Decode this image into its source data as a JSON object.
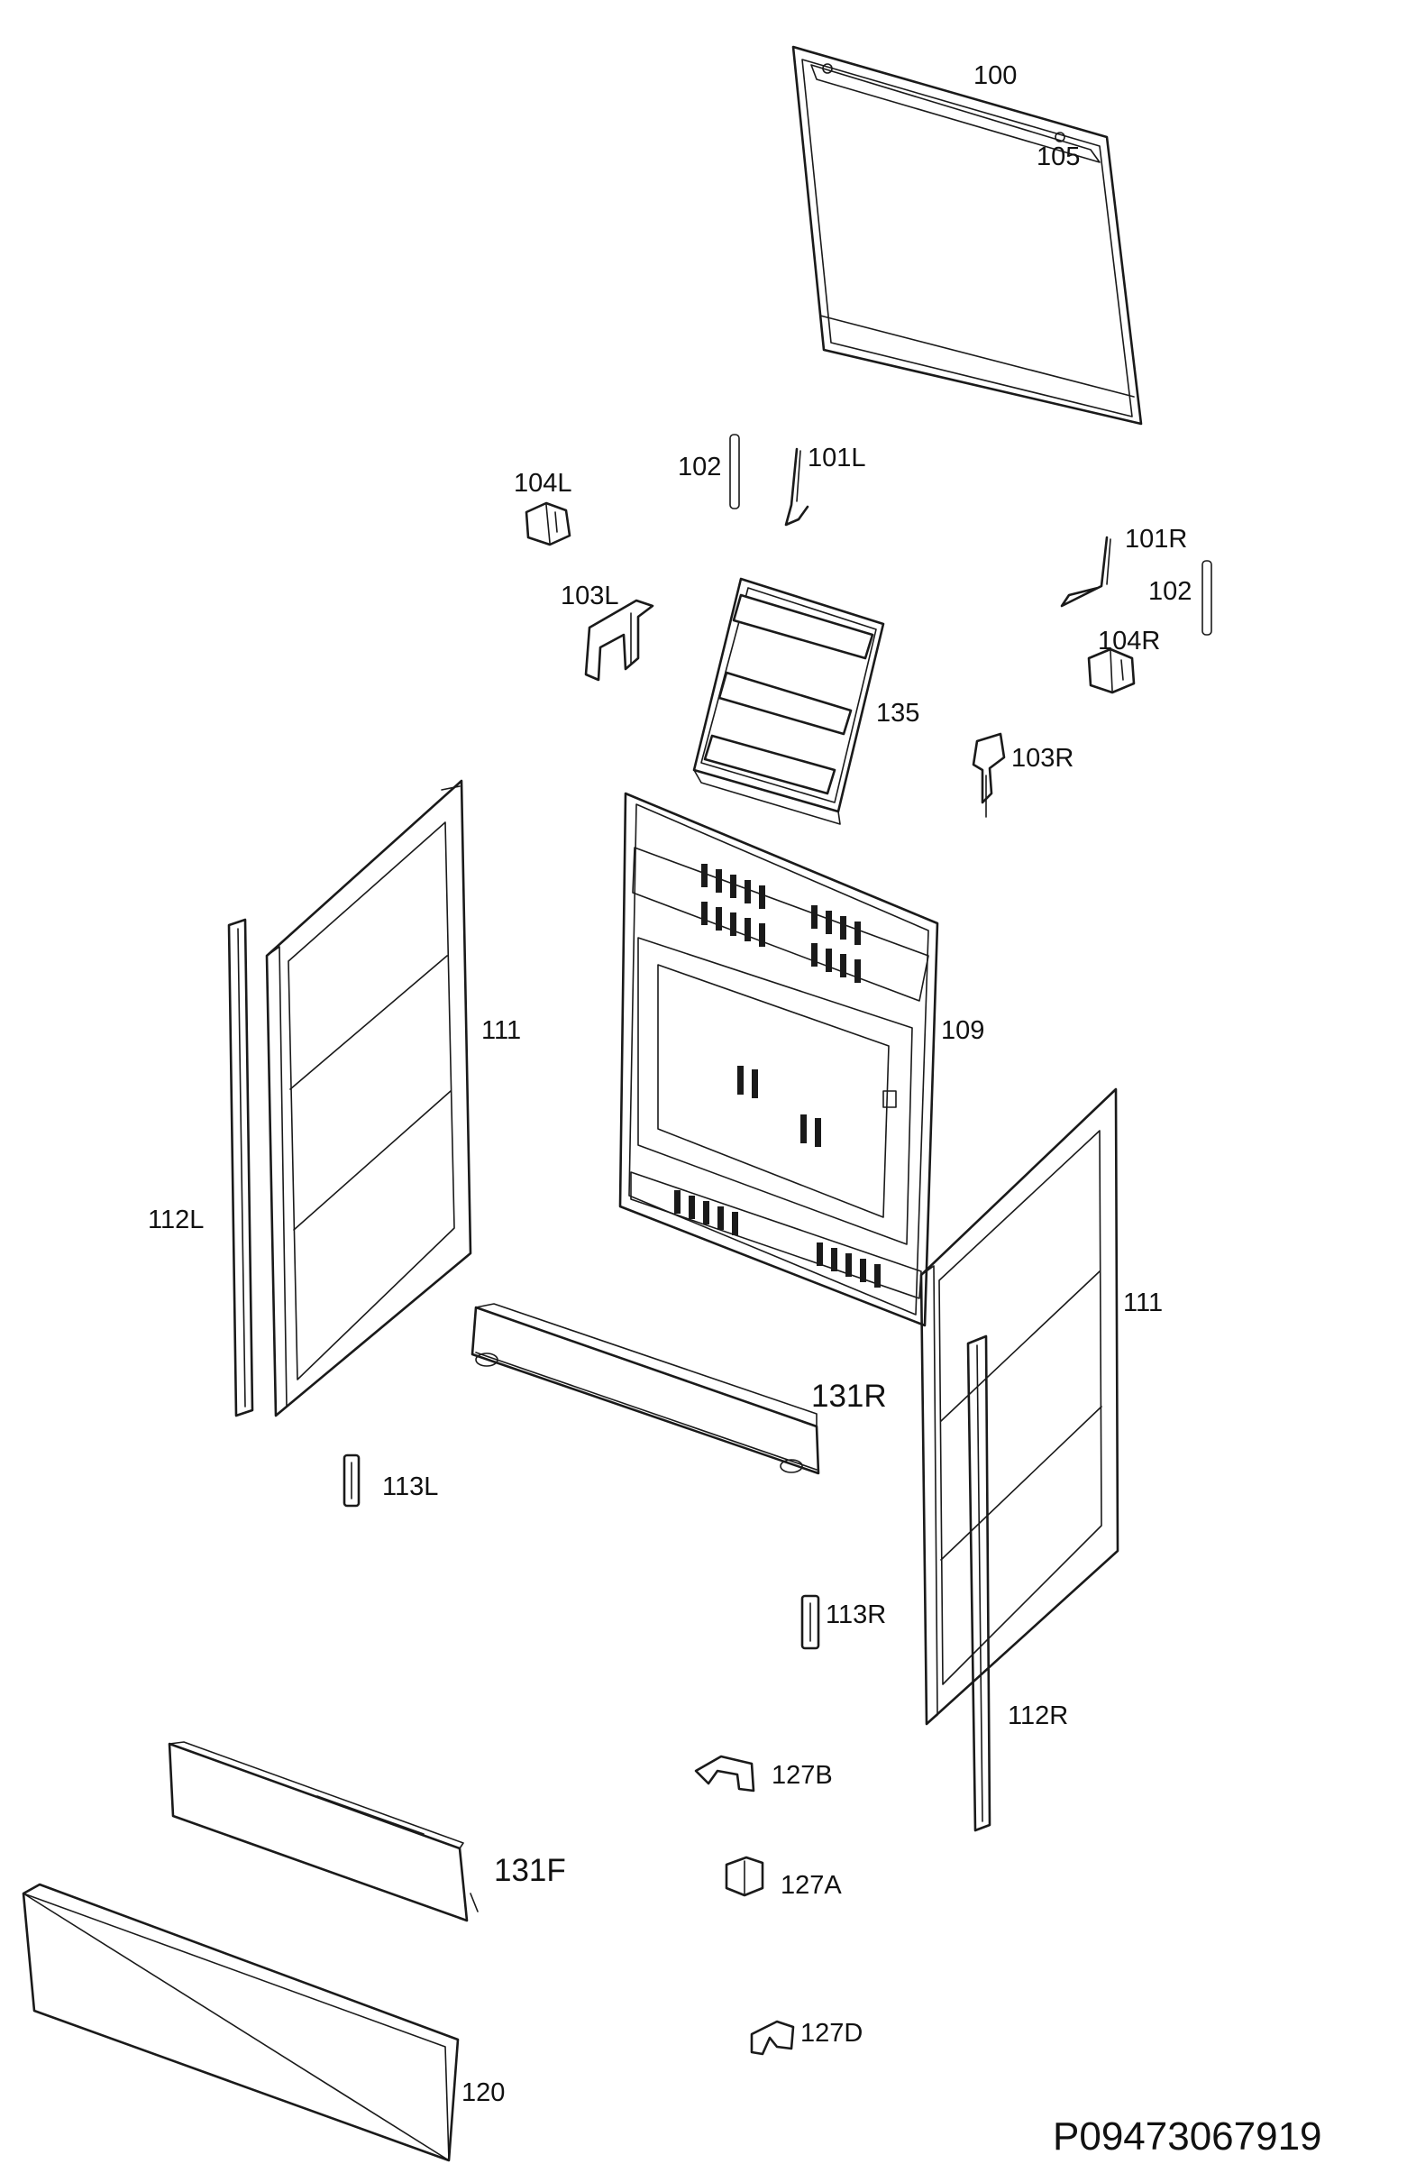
{
  "diagram": {
    "code": "P09473067919",
    "labels": {
      "l100": "100",
      "l105": "105",
      "l102a": "102",
      "l101L": "101L",
      "l104L": "104L",
      "l101R": "101R",
      "l102b": "102",
      "l103L": "103L",
      "l104R": "104R",
      "l135": "135",
      "l103R": "103R",
      "l111a": "111",
      "l109": "109",
      "l112L": "112L",
      "l111b": "111",
      "l131R": "131R",
      "l113L": "113L",
      "l113R": "113R",
      "l112R": "112R",
      "l127B": "127B",
      "l131F": "131F",
      "l127A": "127A",
      "l127D": "127D",
      "l120": "120"
    }
  }
}
